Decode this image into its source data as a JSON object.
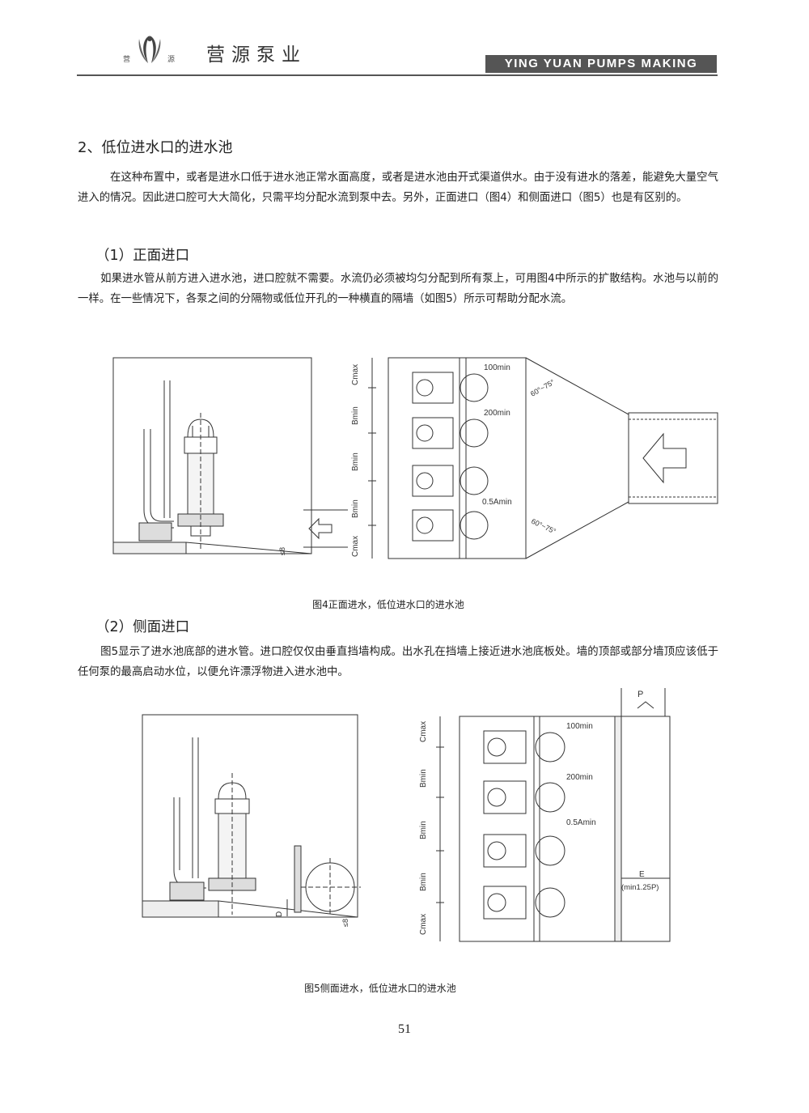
{
  "header": {
    "logo_left_char": "营",
    "logo_right_char": "源",
    "company": "营源泵业",
    "banner": "YING YUAN PUMPS MAKING"
  },
  "section": {
    "title": "2、低位进水口的进水池",
    "intro": "在这种布置中，或者是进水口低于进水池正常水面高度，或者是进水池由开式渠道供水。由于没有进水的落差，能避免大量空气进入的情况。因此进口腔可大大简化，只需平均分配水流到泵中去。另外，正面进口（图4）和侧面进口（图5）也是有区别的。"
  },
  "sub1": {
    "heading": "（1）正面进口",
    "text": "如果进水管从前方进入进水池，进口腔就不需要。水流仍必须被均匀分配到所有泵上，可用图4中所示的扩散结构。水池与以前的一样。在一些情况下，各泵之间的分隔物或低位开孔的一种横直的隔墙（如图5）所示可帮助分配水流。"
  },
  "fig4": {
    "caption": "图4正面进水，低位进水口的进水池",
    "labels": {
      "cmax": "Cmax",
      "bmin": "Bmin",
      "spacing_100": "100min",
      "spacing_200": "200min",
      "spacing_05a": "0.5Amin",
      "angle": "60°~75°",
      "slope": "≤8"
    }
  },
  "sub2": {
    "heading": "（2）侧面进口",
    "text": "图5显示了进水池底部的进水管。进口腔仅仅由垂直挡墙构成。出水孔在挡墙上接近进水池底板处。墙的顶部或部分墙顶应该低于任何泵的最高启动水位，以便允许漂浮物进入进水池中。"
  },
  "fig5": {
    "caption": "图5侧面进水，低位进水口的进水池",
    "labels": {
      "cmax": "Cmax",
      "bmin": "Bmin",
      "spacing_100": "100min",
      "spacing_200": "200min",
      "spacing_05a": "0.5Amin",
      "p": "P",
      "e": "E",
      "e_min": "(min1.25P)",
      "d": "D",
      "slope": "≤8"
    }
  },
  "page_number": "51"
}
